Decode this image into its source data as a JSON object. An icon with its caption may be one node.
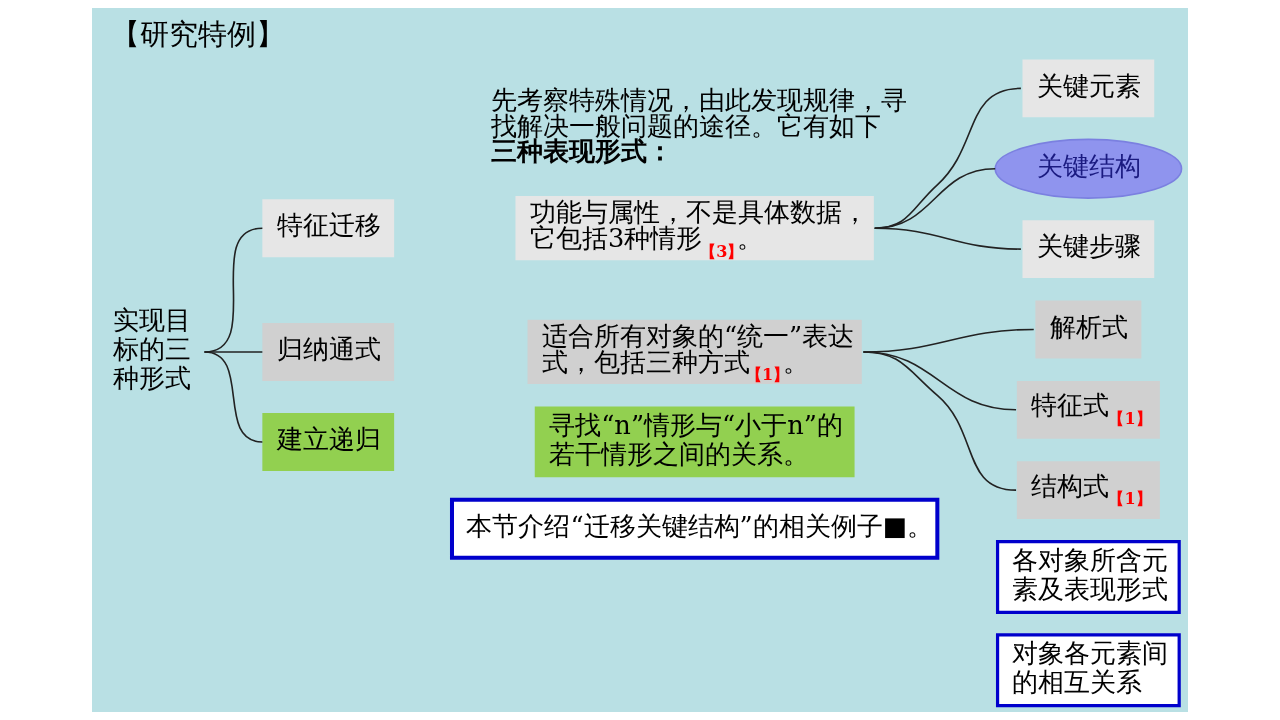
{
  "diagram": {
    "title": "【研究特例】",
    "nodes": [
      {
        "text": [
          "实现目标的三种形式"
        ]
      },
      {
        "text": [
          "特征迁移"
        ]
      },
      {
        "text": [
          "归纳通式"
        ]
      },
      {
        "text": [
          "建立递归"
        ]
      },
      {
        "text": [
          "功能与属性，不是具体数据，它包括3种情形$_{【3】}$。"
        ]
      },
      {
        "text": [
          "适合所有对象的“统一”表达式，包括三种方式$_{【1】}$。"
        ]
      },
      {
        "text": [
          "寻找“n”情形与“小于n”的若干情形之间的关系。"
        ]
      },
      {
        "text": [
          "关键元素"
        ]
      },
      {
        "text": [
          "关键结构"
        ]
      },
      {
        "text": [
          "关键步骤"
        ]
      },
      {
        "text": [
          "解析式"
        ]
      },
      {
        "text": [
          "特征式$_{【1】}$"
        ]
      },
      {
        "text": [
          "结构式$_{【1】}$"
        ]
      },
      {
        "text": [
          "各对象所含元素及表现形式"
        ]
      },
      {
        "text": [
          "对象各元素间的相互关系"
        ]
      },
      {
        "text": [
          "本节介绍“迁移关键结构”的相关例子■。"
        ]
      }
    ],
    "edges": [
      {
        "from": 0,
        "to": 1,
        "arrow": "none"
      },
      {
        "from": 0,
        "to": 2,
        "arrow": "none"
      },
      {
        "from": 0,
        "to": 3,
        "arrow": "none"
      },
      {
        "from": 4,
        "to": 7,
        "arrow": "none"
      },
      {
        "from": 4,
        "to": 8,
        "arrow": "none"
      },
      {
        "from": 4,
        "to": 9,
        "arrow": "none"
      },
      {
        "from": 5,
        "to": 10,
        "arrow": "none"
      },
      {
        "from": 5,
        "to": 11,
        "arrow": "none"
      },
      {
        "from": 5,
        "to": 12,
        "arrow": "none"
      }
    ],
    "labels": [
      "先考察特殊情况，由此发现规律，寻找解决一般问题的途径。它有如下**三种表现形式：**"
    ]
  }
}
